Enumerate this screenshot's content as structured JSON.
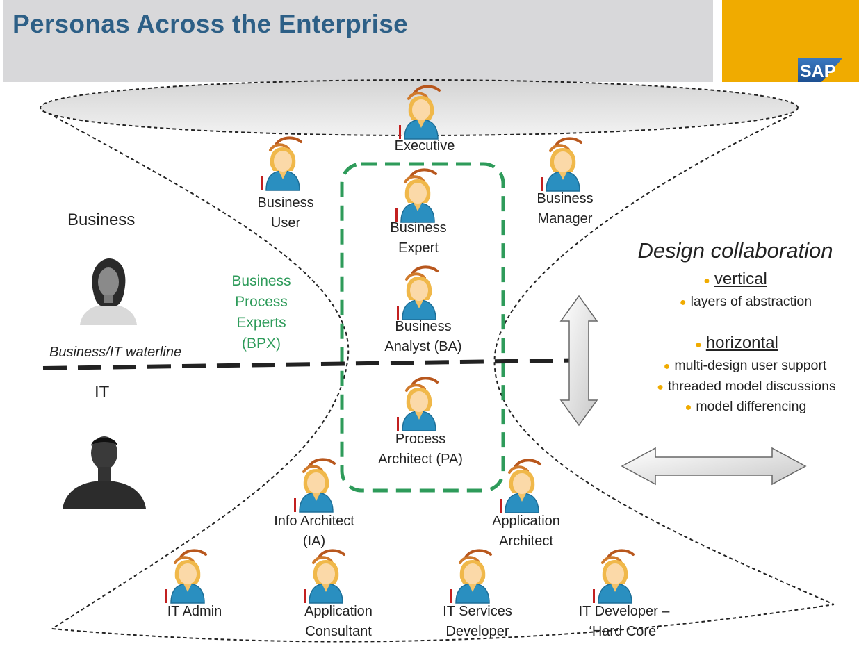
{
  "header": {
    "title": "Personas Across the Enterprise",
    "logo_text": "SAP"
  },
  "zones": {
    "business": "Business",
    "it": "IT",
    "waterline": "Business/IT waterline"
  },
  "bpx": {
    "lines": [
      "Business",
      "Process",
      "Experts",
      "(BPX)"
    ]
  },
  "personas": [
    {
      "id": "executive",
      "label": [
        "Executive"
      ]
    },
    {
      "id": "business-user",
      "label": [
        "Business",
        "User"
      ]
    },
    {
      "id": "business-manager",
      "label": [
        "Business",
        "Manager"
      ]
    },
    {
      "id": "business-expert",
      "label": [
        "Business",
        "Expert"
      ]
    },
    {
      "id": "business-analyst",
      "label": [
        "Business",
        "Analyst (BA)"
      ]
    },
    {
      "id": "process-architect",
      "label": [
        "Process",
        "Architect (PA)"
      ]
    },
    {
      "id": "info-architect",
      "label": [
        "Info Architect",
        "(IA)"
      ]
    },
    {
      "id": "application-architect",
      "label": [
        "Application",
        "Architect"
      ]
    },
    {
      "id": "it-admin",
      "label": [
        "IT Admin"
      ]
    },
    {
      "id": "application-consultant",
      "label": [
        "Application",
        "Consultant"
      ]
    },
    {
      "id": "it-services-developer",
      "label": [
        "IT Services",
        "Developer"
      ]
    },
    {
      "id": "it-developer-hard-core",
      "label": [
        "IT Developer –",
        "‘Hard Core’"
      ]
    }
  ],
  "design_collaboration": {
    "title": "Design collaboration",
    "vertical": {
      "heading": "vertical",
      "items": [
        "layers of abstraction"
      ]
    },
    "horizontal": {
      "heading": "horizontal",
      "items": [
        "multi-design user support",
        "threaded model discussions",
        "model differencing"
      ]
    }
  },
  "colors": {
    "title_text": "#2d5f86",
    "title_bar": "#d8d8da",
    "logo_box": "#f0ab00",
    "bpx_green": "#2e9b5a",
    "bullet": "#f0ab00"
  }
}
